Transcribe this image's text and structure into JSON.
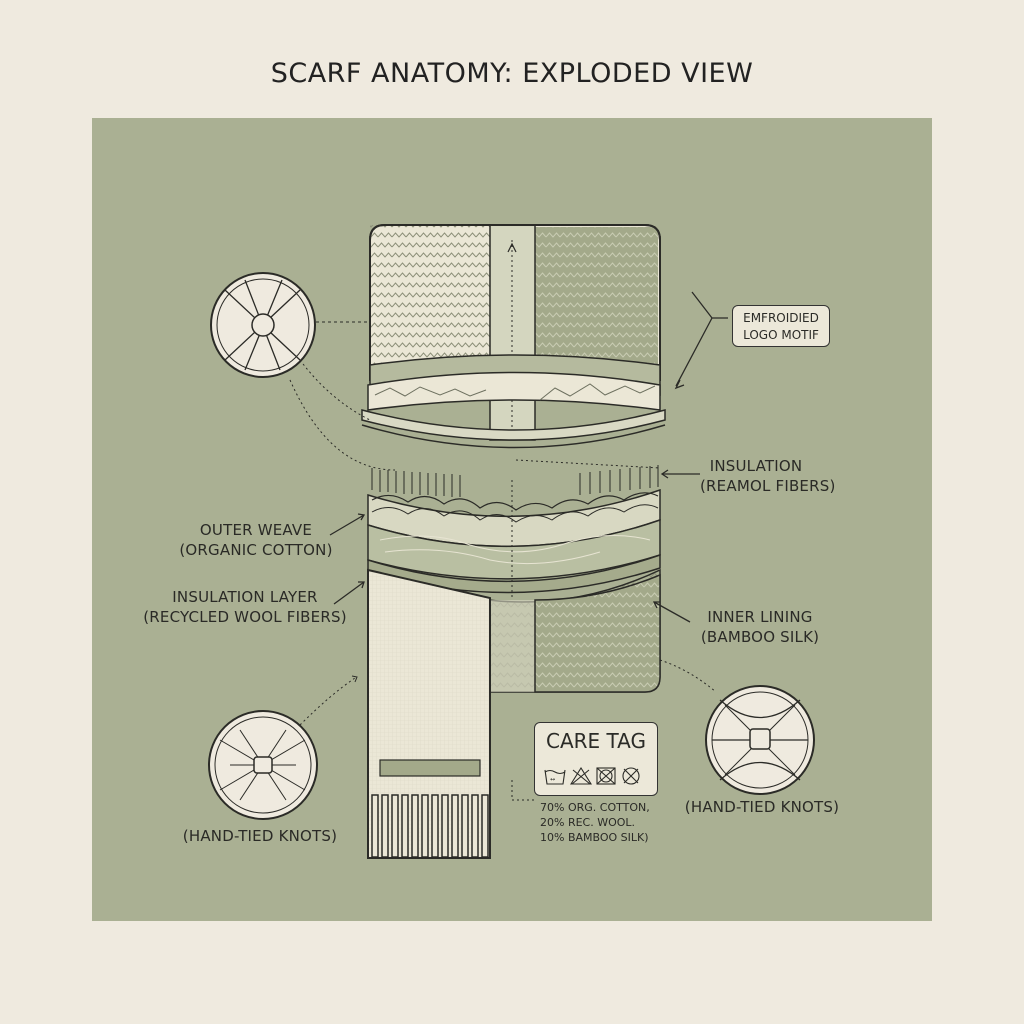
{
  "title": "SCARF ANATOMY: EXPLODED VIEW",
  "callouts": {
    "embroidered_logo": [
      "EMFROIDIED",
      "LOGO MOTIF"
    ],
    "insulation_right": [
      "INSULATION",
      "(REAMOL FIBERS)"
    ],
    "outer_weave": [
      "OUTER WEAVE",
      "(ORGANIC COTTON)"
    ],
    "insulation_layer": [
      "INSULATION LAYER",
      "(RECYCLED WOOL FIBERS)"
    ],
    "inner_lining": [
      "INNER LINING",
      "(BAMBOO SILK)"
    ],
    "knots_left": "(HAND-TIED KNOTS)",
    "knots_right": "(HAND-TIED KNOTS)"
  },
  "care_tag": {
    "title": "CARE TAG",
    "icons": [
      "wash-30-icon",
      "no-bleach-icon",
      "no-tumble-dry-icon",
      "no-dry-clean-icon"
    ],
    "composition": [
      "70% ORG. COTTON,",
      "20% REC. WOOL.",
      "10% BAMBOO SILK)"
    ]
  },
  "colors": {
    "background": "#efeadf",
    "panel": "#aab093",
    "fabric_light": "#ebe7d6",
    "fabric_dark": "#a9af90",
    "line": "#2b2b27"
  }
}
